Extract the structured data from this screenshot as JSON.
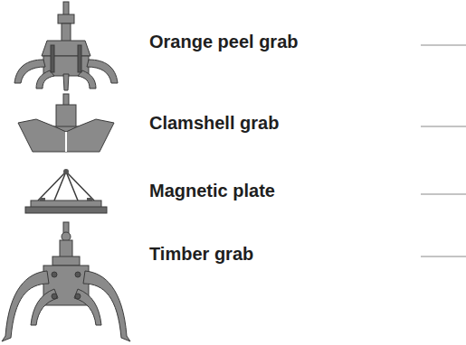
{
  "diagram": {
    "labels": [
      "Orange peel grab",
      "Clamshell grab",
      "Magnetic plate",
      "Timber grab"
    ]
  }
}
